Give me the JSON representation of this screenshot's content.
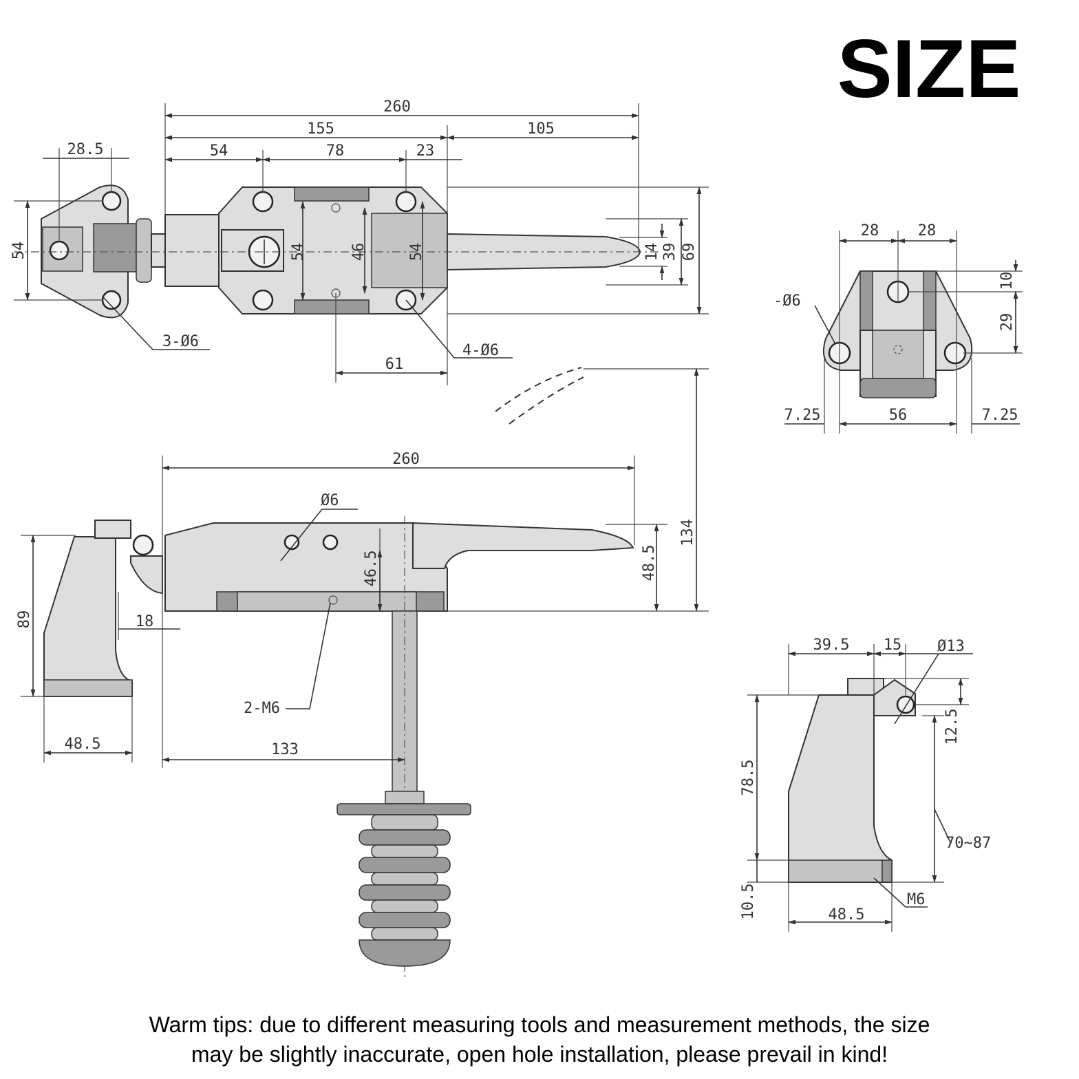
{
  "title": "SIZE",
  "tips": {
    "line1": "Warm tips: due to different measuring tools and measurement methods, the size",
    "line2": "may be slightly inaccurate, open hole installation, please prevail in kind!"
  },
  "top_view": {
    "overall": "260",
    "left_span": "155",
    "right_span": "105",
    "seg_54": "54",
    "seg_78": "78",
    "seg_23": "23",
    "hinge_width": "28.5",
    "hinge_height": "54",
    "body_54a": "54",
    "body_46": "46",
    "body_54b": "54",
    "handle_14": "14",
    "handle_39": "39",
    "overall_69": "69",
    "hinge_holes": "3-Ø6",
    "body_holes": "4-Ø6",
    "slot_61": "61"
  },
  "side_view": {
    "overall": "260",
    "hole": "Ø6",
    "depth_46_5": "46.5",
    "handle_48_5": "48.5",
    "total_134": "134",
    "hinge_89": "89",
    "gap_18": "18",
    "thread": "2-M6",
    "base_48_5": "48.5",
    "rod_133": "133"
  },
  "strike_front": {
    "w1": "28",
    "w2": "28",
    "h10": "10",
    "h29": "29",
    "hole": "-Ø6",
    "left": "7.25",
    "mid": "56",
    "right": "7.25"
  },
  "strike_side": {
    "w39_5": "39.5",
    "w15": "15",
    "pin": "Ø13",
    "h78_5": "78.5",
    "h12_5": "12.5",
    "range": "70~87",
    "h10_5": "10.5",
    "base": "48.5",
    "thread": "M6"
  }
}
